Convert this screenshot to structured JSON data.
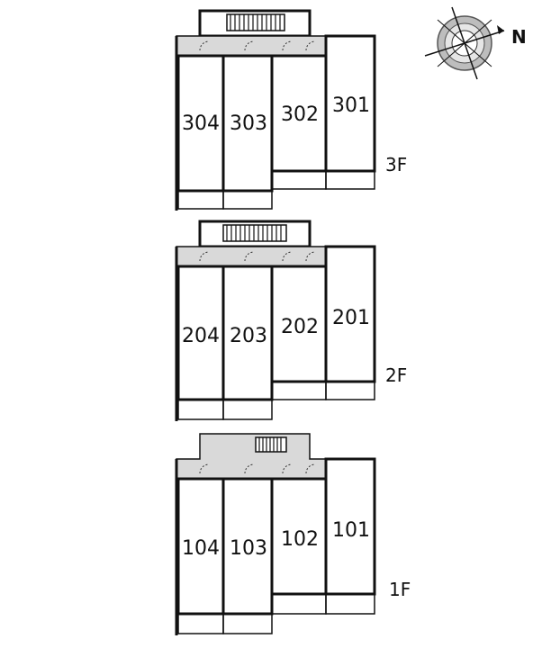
{
  "compass": {
    "north_label": "N",
    "icon": "compass-rose-icon"
  },
  "floors": [
    {
      "id": "3f",
      "label": "3F",
      "units": [
        "304",
        "303",
        "302",
        "301"
      ]
    },
    {
      "id": "2f",
      "label": "2F",
      "units": [
        "204",
        "203",
        "202",
        "201"
      ]
    },
    {
      "id": "1f",
      "label": "1F",
      "units": [
        "104",
        "103",
        "102",
        "101"
      ]
    }
  ],
  "colors": {
    "corridor": "#d9d9d9",
    "walls": "#111111",
    "background": "#ffffff"
  }
}
